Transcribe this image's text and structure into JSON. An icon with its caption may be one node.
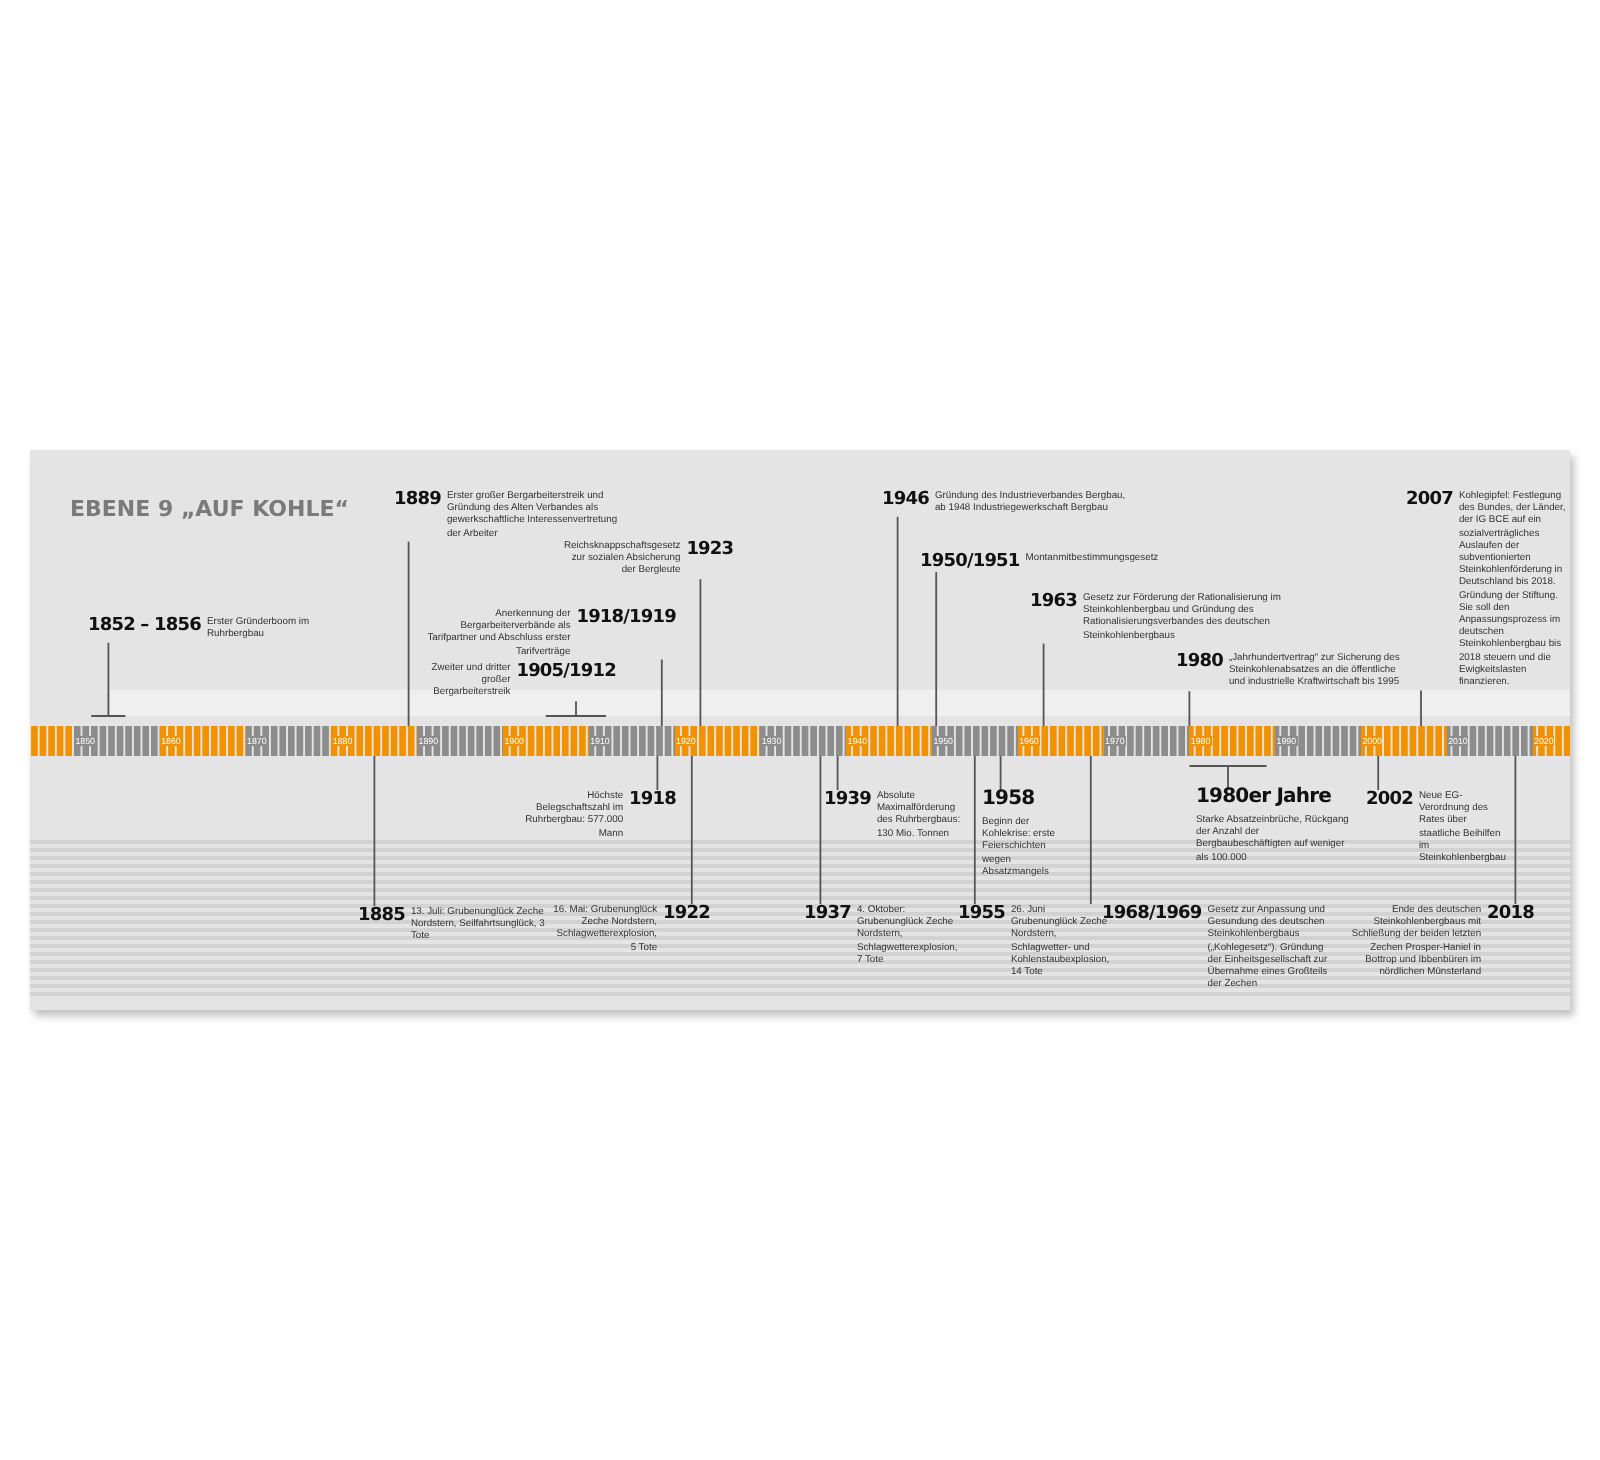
{
  "diagram": {
    "title": "EBENE 9 „AUF KOHLE“",
    "nodes": [
      {
        "text": [
          "1852 – 1856",
          "Erster Gründerboom im Ruhrbergbau"
        ]
      },
      {
        "text": [
          "1889",
          "Erster großer Bergarbeiterstreik und Gründung des Alten Verbandes als gewerkschaftliche Interessenvertretung der Arbeiter"
        ]
      },
      {
        "text": [
          "Zweiter und dritter großer Bergarbeiterstreik",
          "1905/1912"
        ]
      },
      {
        "text": [
          "Anerkennung der Bergarbeiterverbände als Tarifpartner und Abschluss erster Tarifverträge",
          "1918/1919"
        ]
      },
      {
        "text": [
          "Reichsknappschaftsgesetz zur sozialen Absicherung der Bergleute",
          "1923"
        ]
      },
      {
        "text": [
          "1946",
          "Gründung des Industrieverbandes Bergbau, ab 1948 Industriegewerkschaft Bergbau"
        ]
      },
      {
        "text": [
          "1950/1951",
          "Montanmitbestimmungsgesetz"
        ]
      },
      {
        "text": [
          "1963",
          "Gesetz zur Förderung der Rationalisierung im Steinkohlenbergbau und Gründung des Rationalisierungsverbandes des deutschen Steinkohlenbergbaus"
        ]
      },
      {
        "text": [
          "1980",
          "„Jahrhundertvertrag“ zur Sicherung des Steinkohlenabsatzes an die öffentliche und industrielle Kraftwirtschaft bis 1995"
        ]
      },
      {
        "text": [
          "2007",
          "Kohlegipfel: Festlegung des Bundes, der Länder, der IG BCE auf ein sozialverträgliches Auslaufen der subventionierten Steinkohlenförderung in Deutschland bis 2018. Gründung der Stiftung. Sie soll den Anpassungsprozess im deutschen Steinkohlenbergbau bis 2018 steuern und die Ewigkeitslasten finanzieren."
        ]
      },
      {
        "text": [
          "1885",
          "13. Juli: Grubenunglück Zeche Nordstern, Seilfahrtsunglück, 3 Tote"
        ]
      },
      {
        "text": [
          "Höchste Belegschaftszahl im Ruhrbergbau: 577.000 Mann",
          "1918"
        ]
      },
      {
        "text": [
          "16. Mai: Grubenunglück Zeche Nordstern, Schlagwetterexplosion, 5 Tote",
          "1922"
        ]
      },
      {
        "text": [
          "1937",
          "4. Oktober: Grubenunglück Zeche Nordstern, Schlagwetterexplosion, 7 Tote"
        ]
      },
      {
        "text": [
          "1939",
          "Absolute Maximalförderung des Ruhrbergbaus: 130 Mio. Tonnen"
        ]
      },
      {
        "text": [
          "1955",
          "26. Juni Grubenunglück Zeche Nordstern, Schlagwetter- und Kohlenstaubexplosion, 14 Tote"
        ]
      },
      {
        "text": [
          "1958",
          "Beginn der Kohlekrise: erste Feierschichten wegen Absatzmangels"
        ]
      },
      {
        "text": [
          "1968/1969",
          "Gesetz zur Anpassung und Gesundung des deutschen Steinkohlenbergbaus („Kohlegesetz“). Gründung der Einheitsgesellschaft zur Übernahme eines Großteils der Zechen"
        ]
      },
      {
        "text": [
          "1980er Jahre",
          "Starke Absatzeinbrüche, Rückgang der Anzahl der Bergbaubeschäftigten auf weniger als 100.000"
        ]
      },
      {
        "text": [
          "2002",
          "Neue EG-Verordnung des Rates über staatliche Beihilfen im Steinkohlenbergbau"
        ]
      },
      {
        "text": [
          "Ende des deutschen Steinkohlenbergbaus mit Schließung der beiden letzten Zechen Prosper-Haniel in Bottrop und Ibbenbüren im nördlichen Münsterland",
          "2018"
        ]
      },
      {
        "text": [],
        "shape": "bar"
      }
    ],
    "edges": [
      {
        "from": 0,
        "to": 21,
        "arrow": "none"
      },
      {
        "from": 1,
        "to": 21,
        "arrow": "none"
      },
      {
        "from": 2,
        "to": 21,
        "arrow": "none"
      },
      {
        "from": 3,
        "to": 21,
        "arrow": "none"
      },
      {
        "from": 4,
        "to": 21,
        "arrow": "none"
      },
      {
        "from": 5,
        "to": 21,
        "arrow": "none"
      },
      {
        "from": 6,
        "to": 21,
        "arrow": "none"
      },
      {
        "from": 7,
        "to": 21,
        "arrow": "none"
      },
      {
        "from": 8,
        "to": 21,
        "arrow": "none"
      },
      {
        "from": 9,
        "to": 21,
        "arrow": "none"
      },
      {
        "from": 10,
        "to": 21,
        "arrow": "none"
      },
      {
        "from": 11,
        "to": 21,
        "arrow": "none"
      },
      {
        "from": 12,
        "to": 21,
        "arrow": "none"
      },
      {
        "from": 13,
        "to": 21,
        "arrow": "none"
      },
      {
        "from": 14,
        "to": 21,
        "arrow": "none"
      },
      {
        "from": 15,
        "to": 21,
        "arrow": "none"
      },
      {
        "from": 16,
        "to": 21,
        "arrow": "none"
      },
      {
        "from": 17,
        "to": 21,
        "arrow": "none"
      },
      {
        "from": 18,
        "to": 21,
        "arrow": "none"
      },
      {
        "from": 19,
        "to": 21,
        "arrow": "none"
      },
      {
        "from": 20,
        "to": 21,
        "arrow": "none"
      }
    ],
    "labels": [
      "1850",
      "1860",
      "1870",
      "1880",
      "1890",
      "1900",
      "1910",
      "1920",
      "1930",
      "1940",
      "1950",
      "1960",
      "1970",
      "1980",
      "1990",
      "2000",
      "2010",
      "2020"
    ]
  }
}
